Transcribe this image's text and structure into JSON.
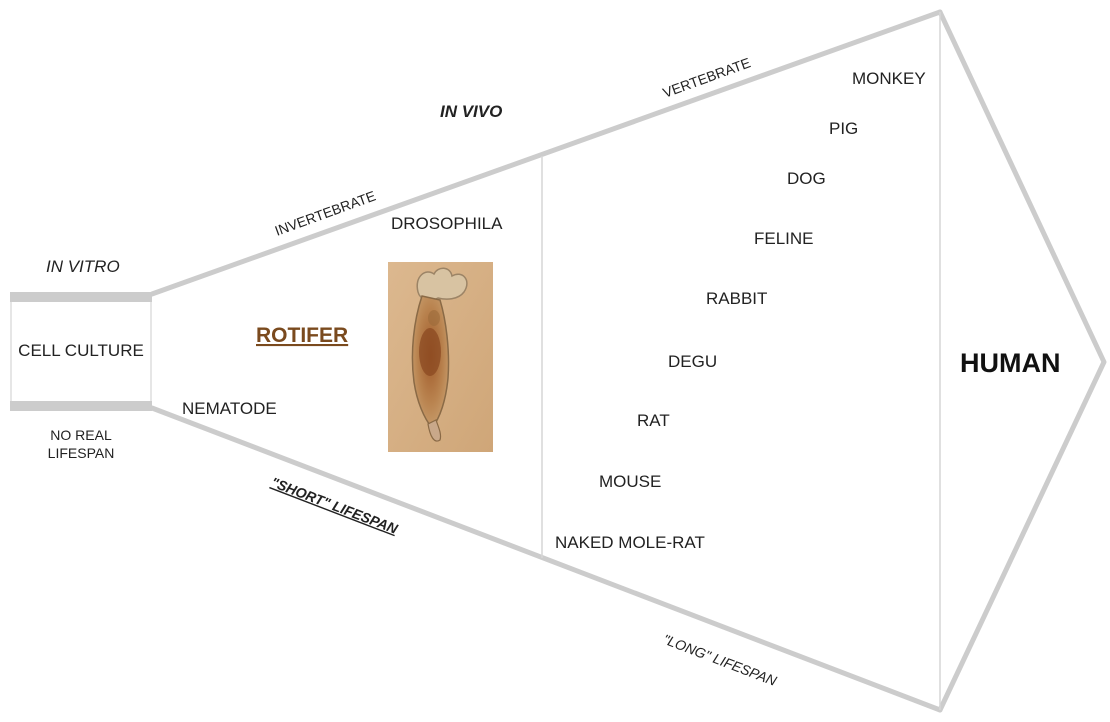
{
  "colors": {
    "outline": "#cccccc",
    "text": "#222222",
    "rotifer_accent": "#7a4a1e",
    "photo_bg": "#d9b48a"
  },
  "labels": {
    "in_vitro": "IN VITRO",
    "cell_culture": "CELL CULTURE",
    "no_real_lifespan_line1": "NO REAL",
    "no_real_lifespan_line2": "LIFESPAN",
    "invertebrate": "INVERTEBRATE",
    "in_vivo": "IN VIVO",
    "vertebrate": "VERTEBRATE",
    "short_lifespan": "\"SHORT\" LIFESPAN",
    "long_lifespan": "\"LONG\" LIFESPAN",
    "human": "HUMAN",
    "rotifer": "ROTIFER"
  },
  "invertebrates": [
    {
      "name": "DROSOPHILA"
    },
    {
      "name": "NEMATODE"
    }
  ],
  "vertebrates": [
    {
      "name": "MONKEY"
    },
    {
      "name": "PIG"
    },
    {
      "name": "DOG"
    },
    {
      "name": "FELINE"
    },
    {
      "name": "RABBIT"
    },
    {
      "name": "DEGU"
    },
    {
      "name": "RAT"
    },
    {
      "name": "MOUSE"
    },
    {
      "name": "NAKED MOLE-RAT"
    }
  ],
  "rotifer_image": {
    "icon": "rotifer-microscopy-photo"
  }
}
